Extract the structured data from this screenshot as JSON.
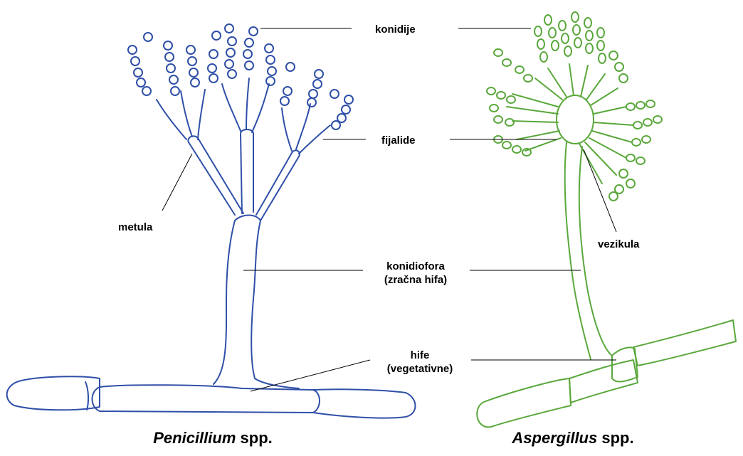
{
  "labels": {
    "konidije": "konidije",
    "fijalide": "fijalide",
    "metula": "metula",
    "vezikula": "vezikula",
    "konidiofora_line1": "konidiofora",
    "konidiofora_line2": "(zračna hifa)",
    "hife_line1": "hife",
    "hife_line2": "(vegetativne)"
  },
  "captions": {
    "left_genus": "Penicillium",
    "left_suffix": " spp.",
    "right_genus": "Aspergillus",
    "right_suffix": " spp."
  },
  "colors": {
    "penicillium_stroke": "#2f4fa8",
    "aspergillus_stroke": "#5aa83c",
    "leader_line": "#000000",
    "text": "#000000"
  }
}
